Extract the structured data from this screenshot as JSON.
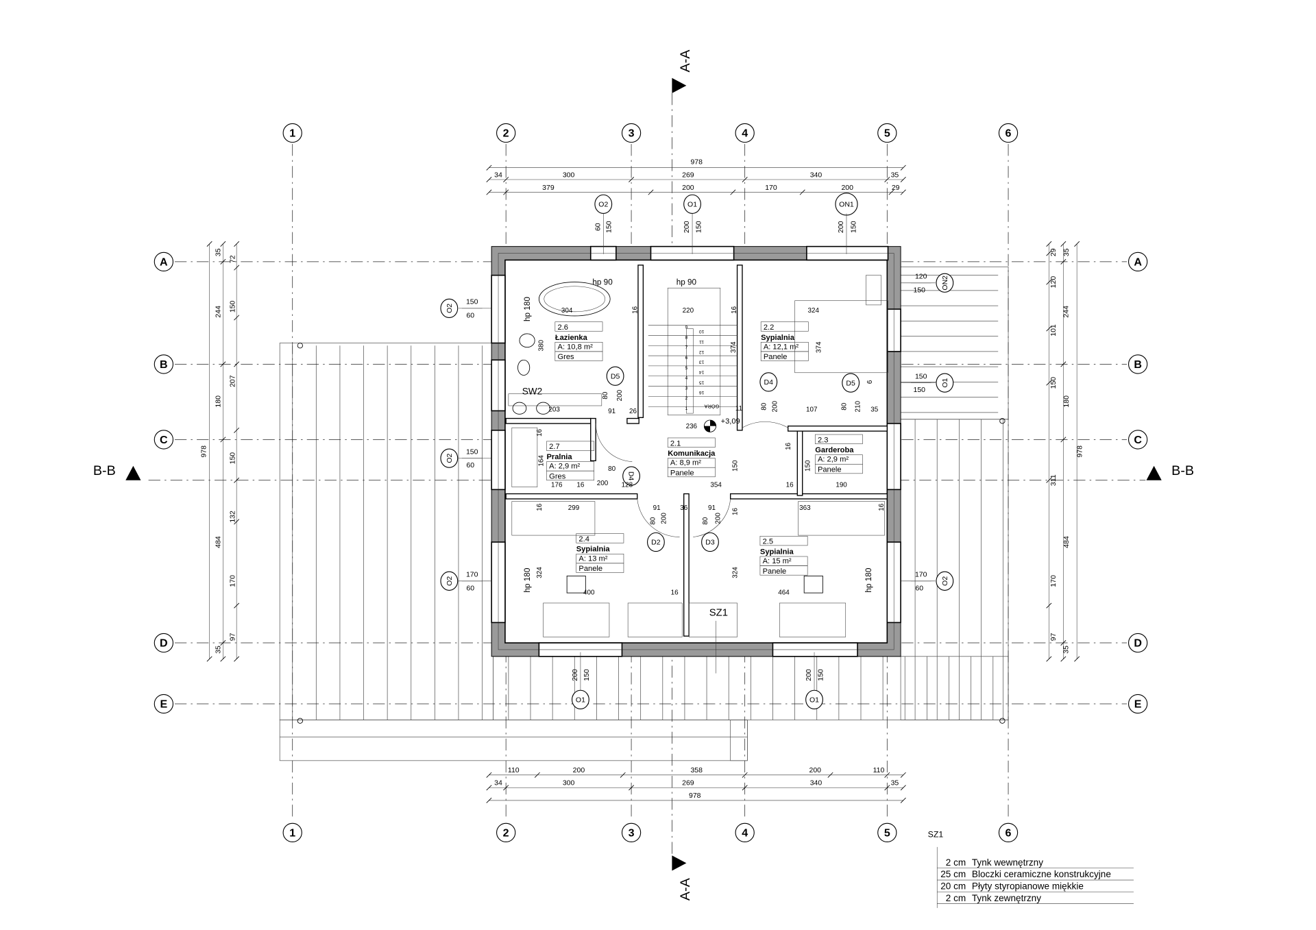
{
  "grid": {
    "columns": [
      "1",
      "2",
      "3",
      "4",
      "5",
      "6"
    ],
    "rows": [
      "A",
      "B",
      "C",
      "D",
      "E"
    ]
  },
  "sections": {
    "aa": "A-A",
    "bb": "B-B"
  },
  "dims": {
    "top_total": "978",
    "top_row1": [
      "34",
      "300",
      "269",
      "340",
      "35"
    ],
    "top_row2": [
      "379",
      "200",
      "170",
      "200",
      "29"
    ],
    "bottom_row1": [
      "110",
      "200",
      "358",
      "200",
      "110"
    ],
    "bottom_row2": [
      "34",
      "300",
      "269",
      "340",
      "35"
    ],
    "bottom_total": "978",
    "left_total": "978",
    "left_mid": [
      "35",
      "244",
      "180",
      "484",
      "35"
    ],
    "left_inner": [
      "72",
      "150",
      "207",
      "150",
      "132",
      "170",
      "97"
    ],
    "right_inner": [
      "29",
      "120",
      "101",
      "150",
      "311",
      "170",
      "97"
    ],
    "right_mid": [
      "35",
      "244",
      "180",
      "484",
      "35"
    ],
    "right_total": "978"
  },
  "rooms": [
    {
      "num": "2.6",
      "name": "Łazienka",
      "area": "A: 10,8 m²",
      "floor": "Gres"
    },
    {
      "num": "2.2",
      "name": "Sypialnia",
      "area": "A: 12,1 m²",
      "floor": "Panele"
    },
    {
      "num": "2.7",
      "name": "Pralnia",
      "area": "A: 2,9 m²",
      "floor": "Gres"
    },
    {
      "num": "2.1",
      "name": "Komunikacja",
      "area": "A: 8,9 m²",
      "floor": "Panele"
    },
    {
      "num": "2.3",
      "name": "Garderoba",
      "area": "A: 2,9 m²",
      "floor": "Panele"
    },
    {
      "num": "2.4",
      "name": "Sypialnia",
      "area": "A: 13 m²",
      "floor": "Panele"
    },
    {
      "num": "2.5",
      "name": "Sypialnia",
      "area": "A: 15 m²",
      "floor": "Panele"
    }
  ],
  "windows": [
    {
      "tag": "O2",
      "a": "60",
      "b": "150"
    },
    {
      "tag": "O1",
      "a": "200",
      "b": "150"
    },
    {
      "tag": "ON1",
      "a": "200",
      "b": "150"
    },
    {
      "tag": "O2",
      "a": "150",
      "b": "60"
    },
    {
      "tag": "O2",
      "a": "150",
      "b": "60"
    },
    {
      "tag": "O2",
      "a": "170",
      "b": "60"
    },
    {
      "tag": "ON2",
      "a": "120",
      "b": "150"
    },
    {
      "tag": "O1",
      "a": "150",
      "b": "150"
    },
    {
      "tag": "O2",
      "a": "170",
      "b": "60"
    },
    {
      "tag": "O1",
      "a": "200",
      "b": "150"
    },
    {
      "tag": "O1",
      "a": "200",
      "b": "150"
    }
  ],
  "doors": [
    "D5",
    "D4",
    "D5",
    "D4",
    "D2",
    "D3"
  ],
  "labels": {
    "hp90_a": "hp 90",
    "hp90_b": "hp 90",
    "hp180_a": "hp 180",
    "hp180_b": "hp 180",
    "hp180_c": "hp 180",
    "sw2": "SW2",
    "sz1": "SZ1",
    "level": "+3,09",
    "gora": "GÓRA",
    "nine": "9"
  },
  "stairs": [
    "1",
    "2",
    "3",
    "4",
    "5",
    "6",
    "7",
    "8",
    "9",
    "10",
    "11",
    "12",
    "13",
    "14",
    "15",
    "16"
  ],
  "interior_dims": [
    "304",
    "16",
    "220",
    "16",
    "324",
    "374",
    "374",
    "380",
    "203",
    "91",
    "26",
    "80",
    "200",
    "236",
    "11",
    "80",
    "200",
    "107",
    "80",
    "210",
    "35",
    "16",
    "164",
    "176",
    "16",
    "200",
    "128",
    "80",
    "354",
    "150",
    "16",
    "150",
    "190",
    "16",
    "299",
    "16",
    "91",
    "36",
    "91",
    "80",
    "200",
    "80",
    "200",
    "363",
    "16",
    "324",
    "400",
    "16",
    "324",
    "464",
    "16"
  ],
  "legend": {
    "title": "SZ1",
    "rows": [
      {
        "thk": "2 cm",
        "mat": "Tynk wewnętrzny"
      },
      {
        "thk": "25 cm",
        "mat": "Bloczki ceramiczne konstrukcyjne"
      },
      {
        "thk": "20 cm",
        "mat": "Płyty styropianowe miękkie"
      },
      {
        "thk": "2 cm",
        "mat": "Tynk zewnętrzny"
      }
    ]
  }
}
